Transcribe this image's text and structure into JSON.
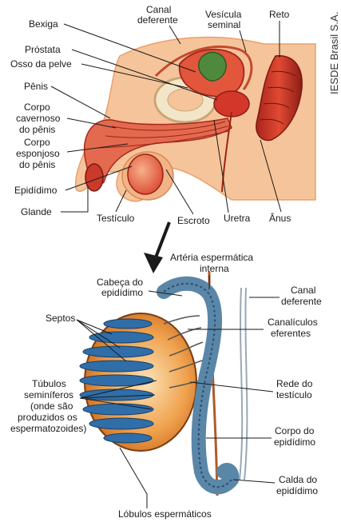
{
  "credit": "IESDE Brasil S.A.",
  "top_labels": {
    "bexiga": "Bexiga",
    "canal_deferente_1": "Canal",
    "canal_deferente_2": "deferente",
    "vesicula_1": "Vesícula",
    "vesicula_2": "seminal",
    "reto": "Reto",
    "prostata": "Próstata",
    "osso_pelve": "Osso da pelve",
    "penis": "Pênis",
    "corpo_cavernoso_1": "Corpo",
    "corpo_cavernoso_2": "cavernoso",
    "corpo_cavernoso_3": "do pênis",
    "corpo_esponjoso_1": "Corpo",
    "corpo_esponjoso_2": "esponjoso",
    "corpo_esponjoso_3": "do pênis",
    "epididimo": "Epidídimo",
    "glande": "Glande",
    "testiculo": "Testículo",
    "escroto": "Escroto",
    "uretra": "Uretra",
    "anus": "Ânus"
  },
  "bottom_labels": {
    "arteria_1": "Artéria espermática",
    "arteria_2": "interna",
    "cabeca_1": "Cabeça do",
    "cabeca_2": "epidídimo",
    "canal_def_1": "Canal",
    "canal_def_2": "deferente",
    "septos": "Septos",
    "canaliculos_1": "Canalículos",
    "canaliculos_2": "eferentes",
    "tubulos_1": "Túbulos",
    "tubulos_2": "seminíferos",
    "tubulos_3": "(onde são",
    "tubulos_4": "produzidos os",
    "tubulos_5": "espermatozoides)",
    "rede_1": "Rede do",
    "rede_2": "testículo",
    "corpo_epi_1": "Corpo do",
    "corpo_epi_2": "epidídimo",
    "calda_1": "Calda do",
    "calda_2": "epidídimo",
    "lobulos": "Lóbulos espermáticos"
  },
  "colors": {
    "skin": "#f6c49a",
    "skin_dark": "#e9a06c",
    "organ_red": "#d2372a",
    "organ_dark": "#8c1c16",
    "bone": "#f3e6c8",
    "vesicle_green": "#4f8a3c",
    "testis_orange": "#e8862c",
    "tubule_blue": "#2f6ea8",
    "epididymis_blue": "#5a86a8",
    "arrow": "#1a1a1a"
  }
}
